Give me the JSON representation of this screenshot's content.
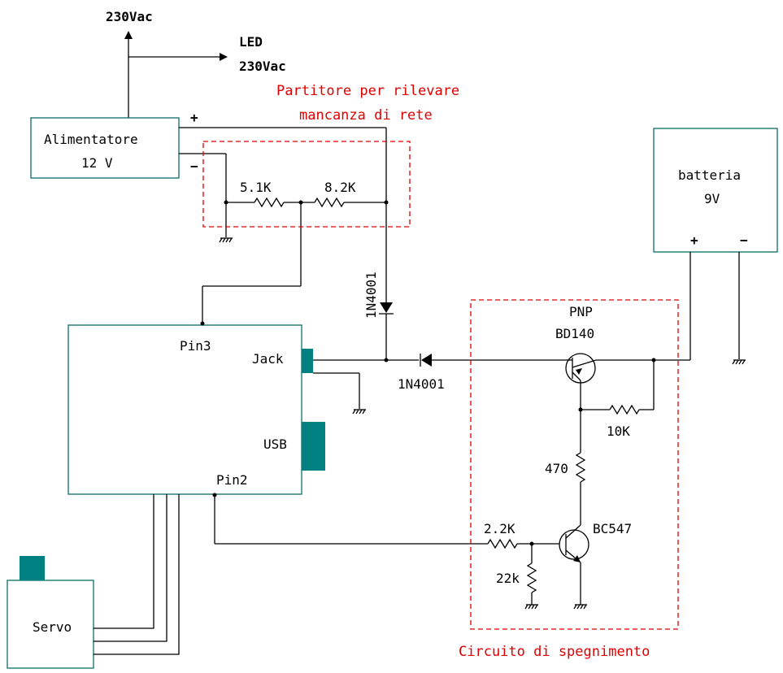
{
  "mains_in": "230Vac",
  "led": {
    "line1": "LED",
    "line2": "230Vac"
  },
  "divider_note": {
    "line1": "Partitore per rilevare",
    "line2": "mancanza di rete"
  },
  "supply": {
    "line1": "Alimentatore",
    "line2": "12 V",
    "plus": "+",
    "minus": "−"
  },
  "battery": {
    "line1": "batteria",
    "line2": "9V",
    "plus": "+",
    "minus": "−"
  },
  "resistors": {
    "r1": "5.1K",
    "r2": "8.2K",
    "r3": "10K",
    "r4": "470",
    "r5": "2.2K",
    "r6": "22k"
  },
  "diodes": {
    "d1": "1N4001",
    "d2": "1N4001"
  },
  "pnp": {
    "type": "PNP",
    "part": "BD140"
  },
  "npn": {
    "part": "BC547"
  },
  "arduino": {
    "pin3": "Pin3",
    "jack": "Jack",
    "usb": "USB",
    "pin2": "Pin2"
  },
  "servo": "Servo",
  "shutdown_note": "Circuito di spegnimento"
}
